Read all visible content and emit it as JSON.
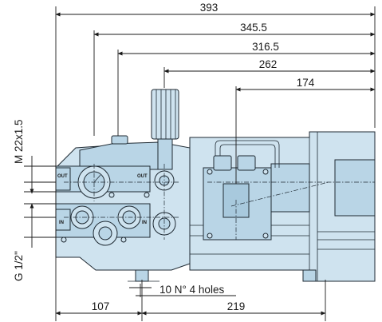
{
  "dimensions": {
    "overall_length": "393",
    "length_2": "345.5",
    "length_3": "316.5",
    "length_4": "262",
    "length_5": "174",
    "base_left": "107",
    "base_right": "219",
    "holes": "10 N° 4 holes",
    "thread_outlet": "M 22x1.5",
    "thread_inlet": "G 1/2\""
  },
  "port_labels": {
    "out_left": "OUT",
    "out_right": "OUT",
    "in_left": "IN",
    "in_right": "IN"
  },
  "colors": {
    "body_fill": "#cfe3ef",
    "outline": "#1f2a33"
  }
}
